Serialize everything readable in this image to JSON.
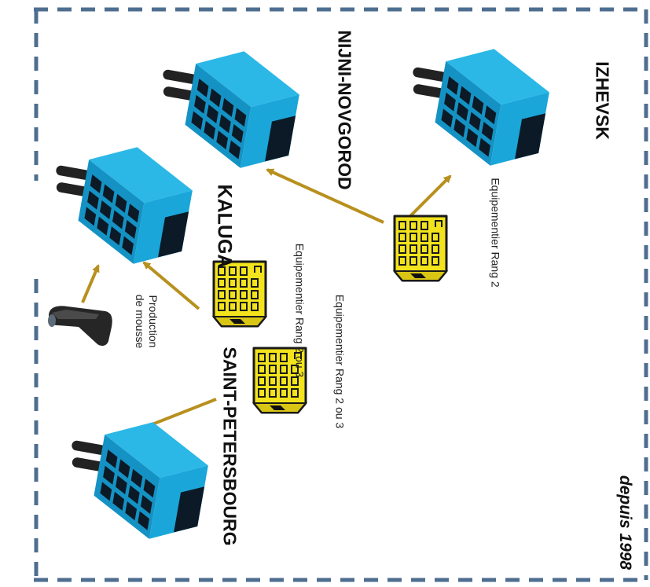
{
  "colors": {
    "border": "#4e6e8f",
    "arrow": "#b8901e",
    "plant_top": "#2bb8e6",
    "plant_side": "#1592c4",
    "plant_window": "#0b1a26",
    "pipe": "#222222",
    "supplier_fill": "#f2e31c",
    "supplier_stroke": "#1a1a1a"
  },
  "cities": {
    "kaluga": "KALUGA",
    "nizhny": "NIJNI-NOVGOROD",
    "izhevsk": "IZHEVSK",
    "spb": "SAINT-PETERSBOURG"
  },
  "labels": {
    "foam_line1": "Production",
    "foam_line2": "de mousse",
    "kaluga_supplier": "Equipementier Rang  2 ou 3",
    "spb_supplier": "Equipementier Rang 2 ou 3",
    "east_supplier": "Equipementier Rang 2"
  },
  "since": "depuis 1998",
  "icons": {
    "plant": "factory-icon",
    "supplier": "supplier-building-icon",
    "foam": "foam-seat-icon"
  }
}
